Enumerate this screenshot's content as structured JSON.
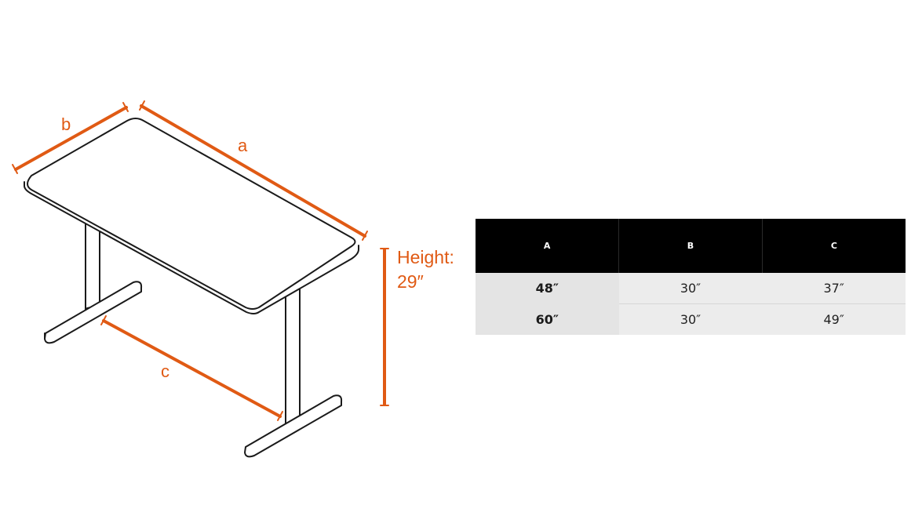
{
  "diagram": {
    "labels": {
      "a": "a",
      "b": "b",
      "c": "c",
      "height_line1": "Height:",
      "height_line2": "29″"
    },
    "colors": {
      "dimension": "#e05a14",
      "outline": "#1a1a1a",
      "desk": "#ffffff"
    }
  },
  "table": {
    "headers": [
      "A",
      "B",
      "C"
    ],
    "rows": [
      [
        "48″",
        "30″",
        "37″"
      ],
      [
        "60″",
        "30″",
        "49″"
      ]
    ]
  }
}
